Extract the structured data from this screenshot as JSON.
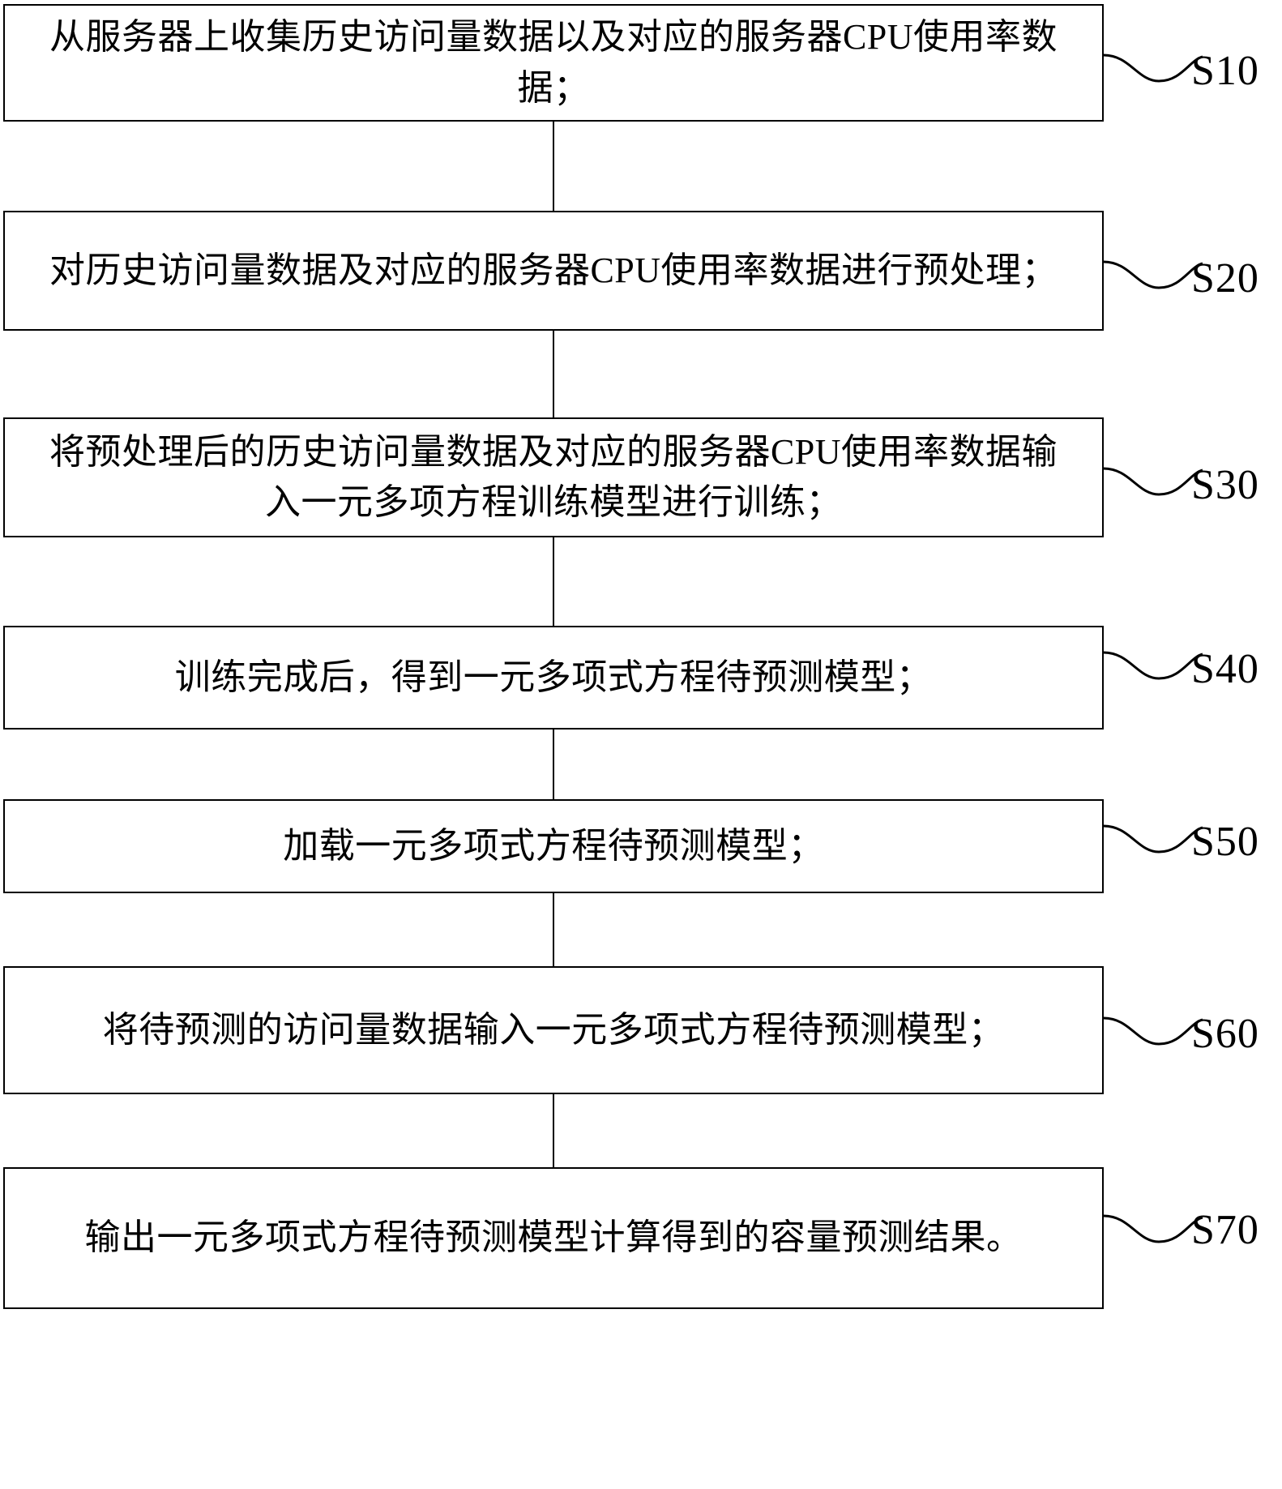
{
  "diagram": {
    "type": "flowchart",
    "orientation": "vertical",
    "title": "",
    "background_color": "#ffffff",
    "line_color": "#000000",
    "steps": [
      {
        "id": "S10",
        "label": "S10",
        "text": "从服务器上收集历史访问量数据以及对应的服务器CPU使用率数据；"
      },
      {
        "id": "S20",
        "label": "S20",
        "text": "对历史访问量数据及对应的服务器CPU使用率数据进行预处理；"
      },
      {
        "id": "S30",
        "label": "S30",
        "text": "将预处理后的历史访问量数据及对应的服务器CPU使用率数据输入一元多项方程训练模型进行训练；"
      },
      {
        "id": "S40",
        "label": "S40",
        "text": "训练完成后，得到一元多项式方程待预测模型；"
      },
      {
        "id": "S50",
        "label": "S50",
        "text": "加载一元多项式方程待预测模型；"
      },
      {
        "id": "S60",
        "label": "S60",
        "text": "将待预测的访问量数据输入一元多项式方程待预测模型；"
      },
      {
        "id": "S70",
        "label": "S70",
        "text": "输出一元多项式方程待预测模型计算得到的容量预测结果。"
      }
    ]
  }
}
